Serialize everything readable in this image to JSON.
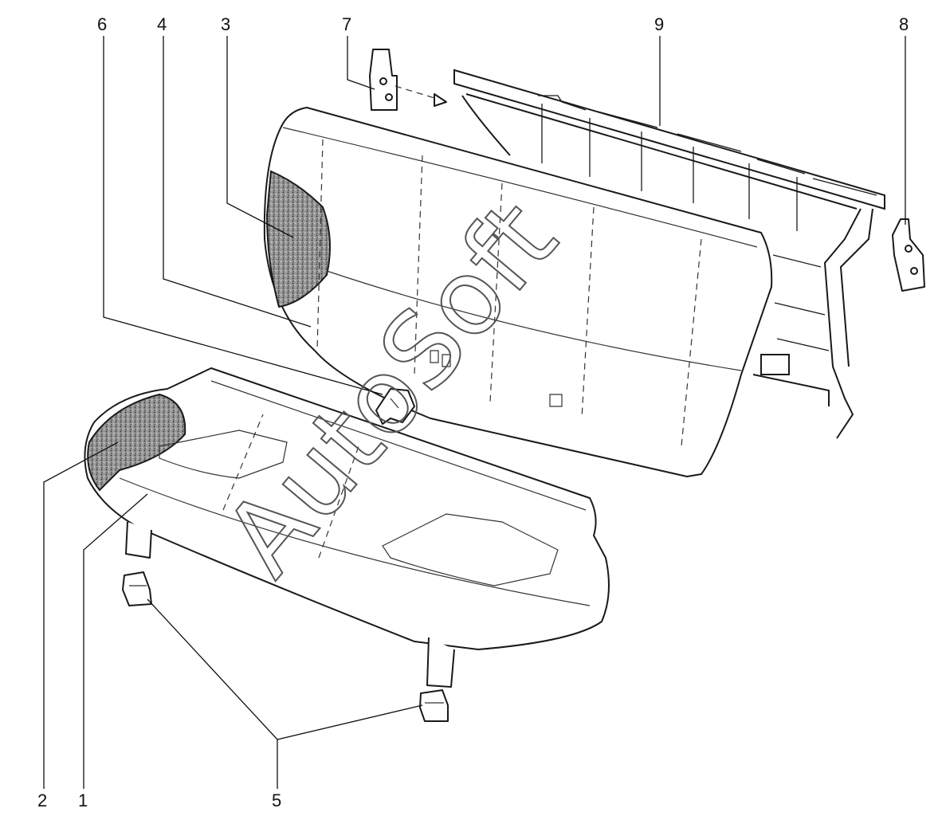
{
  "watermark": "AutoSoft",
  "callouts": [
    "1",
    "2",
    "3",
    "4",
    "5",
    "6",
    "7",
    "8",
    "9"
  ]
}
